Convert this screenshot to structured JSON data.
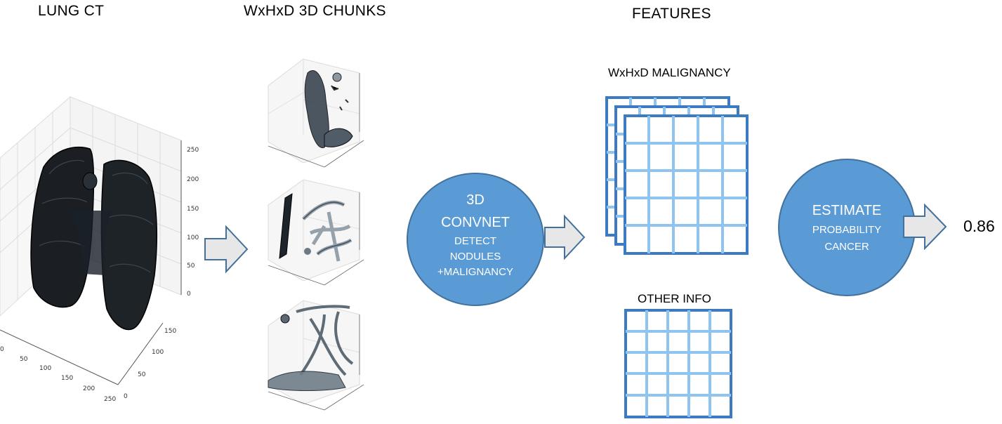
{
  "headings": {
    "lung_ct": "LUNG CT",
    "chunks": "WxHxD 3D CHUNKS",
    "features": "FEATURES"
  },
  "convnet": {
    "title_line1": "3D",
    "title_line2": "CONVNET",
    "line3": "DETECT",
    "line4": "NODULES",
    "line5": "+MALIGNANCY"
  },
  "feature_blocks": {
    "malignancy_label": "WxHxD MALIGNANCY",
    "other_info_label": "OTHER INFO"
  },
  "estimator": {
    "title": "ESTIMATE",
    "line2": "PROBABILITY",
    "line3": "CANCER"
  },
  "output_value": "0.86",
  "ct_plot": {
    "z_ticks": [
      "250",
      "200",
      "150",
      "100",
      "50",
      "0"
    ],
    "x_ticks": [
      "0",
      "50",
      "100",
      "150",
      "200",
      "250"
    ],
    "y_ticks": [
      "0",
      "50",
      "100",
      "150"
    ]
  },
  "colors": {
    "node_fill": "#5b9bd5",
    "node_stroke": "#41719c",
    "grid_border": "#3d7ac4",
    "grid_lines": "#8fc3f0",
    "arrow_fill": "#e7e7e7",
    "arrow_stroke": "#41719c"
  }
}
